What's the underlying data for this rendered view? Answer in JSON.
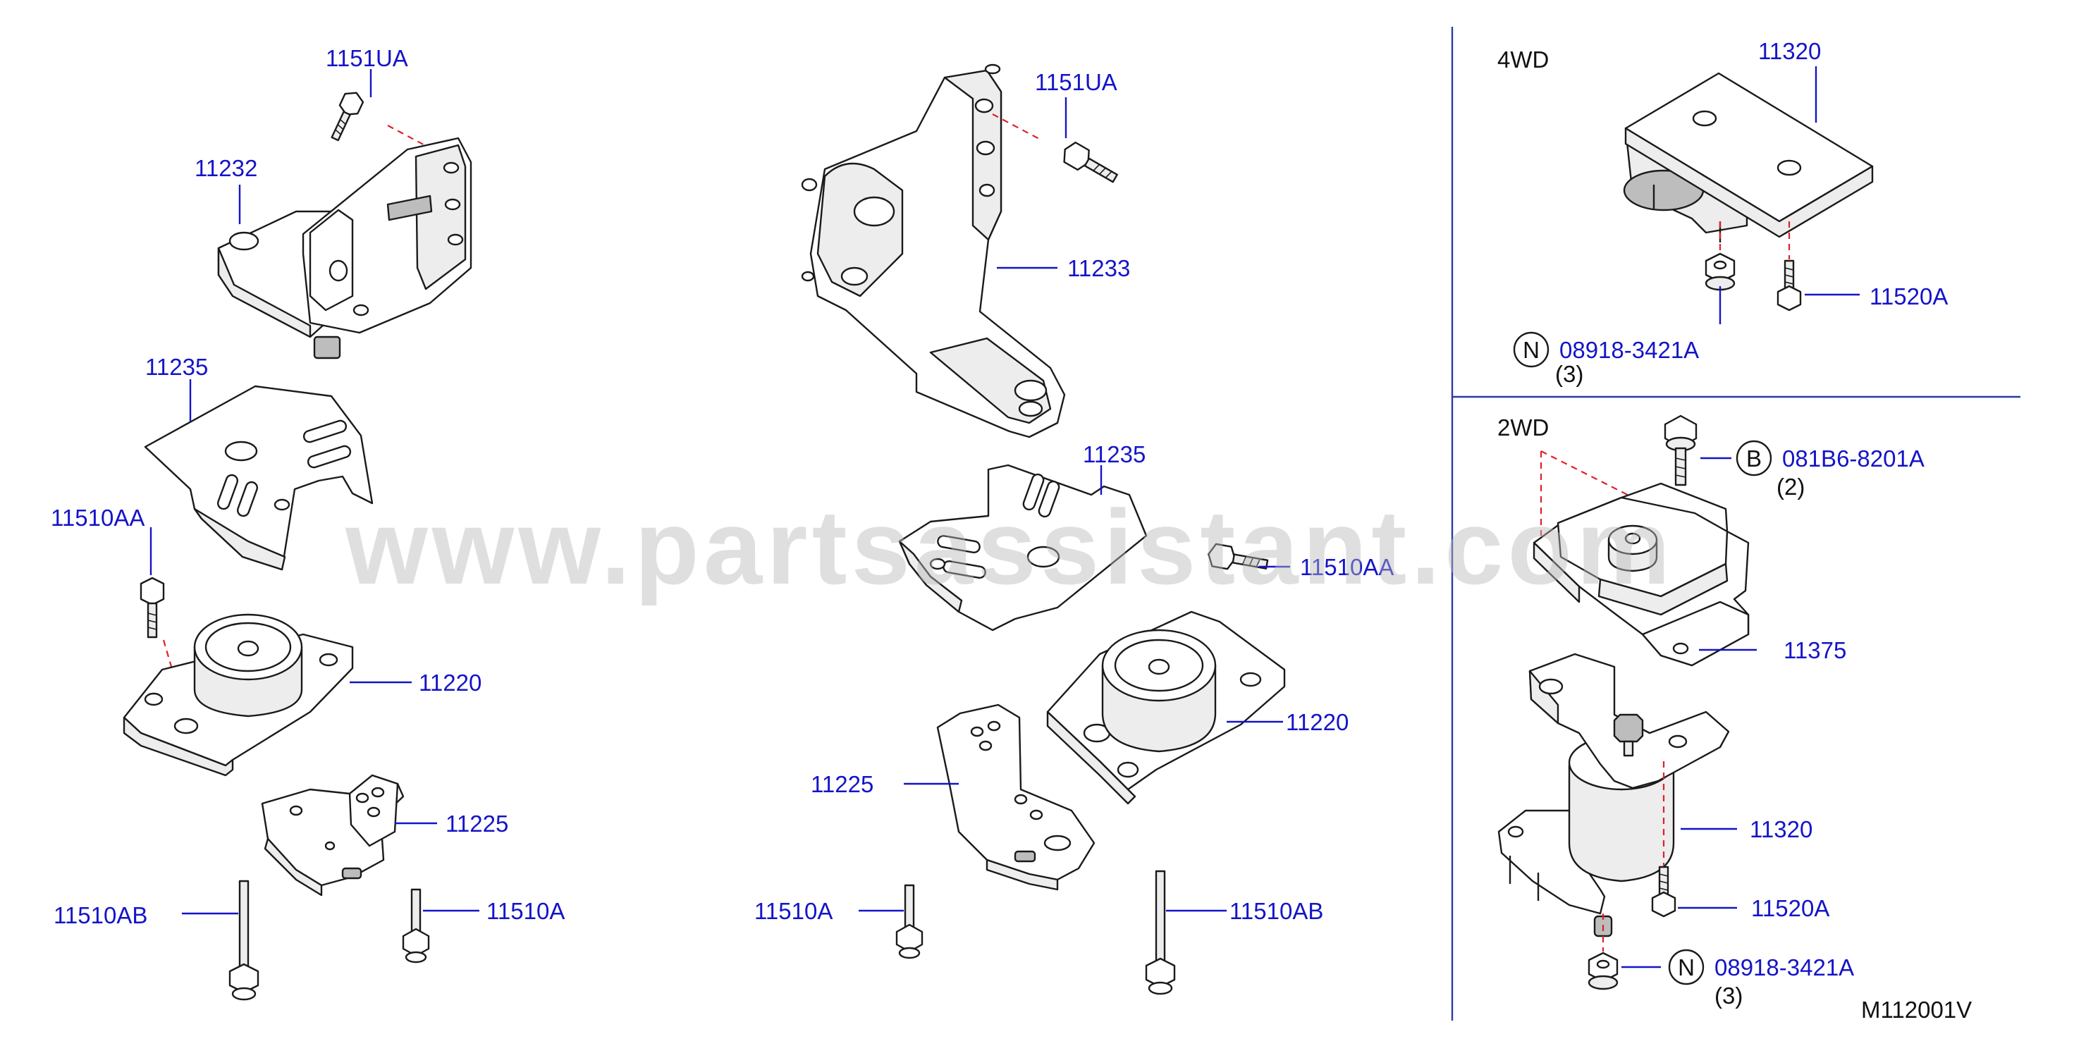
{
  "watermark": "www.partsassistant.com",
  "drawing_code": "M112001V",
  "panels": {
    "fourwd": {
      "title": "4WD"
    },
    "twowd": {
      "title": "2WD"
    }
  },
  "labels": {
    "l_1151ua_a": "1151UA",
    "l_11232": "11232",
    "l_11235_a": "11235",
    "l_11510aa_a": "11510AA",
    "l_11220_a": "11220",
    "l_11225_a": "11225",
    "l_11510ab_a": "11510AB",
    "l_11510a_a": "11510A",
    "l_1151ua_b": "1151UA",
    "l_11233": "11233",
    "l_11235_b": "11235",
    "l_11510aa_b": "11510AA",
    "l_11220_b": "11220",
    "l_11225_b": "11225",
    "l_11510a_b": "11510A",
    "l_11510ab_b": "11510AB",
    "l_11320_a": "11320",
    "l_11520a_a": "11520A",
    "l_08918_a": "08918-3421A",
    "l_081b6": "081B6-8201A",
    "l_11375": "11375",
    "l_11320_b": "11320",
    "l_11520a_b": "11520A",
    "l_08918_b": "08918-3421A"
  },
  "quantities": {
    "q_08918_a": "(3)",
    "q_081b6": "(2)",
    "q_08918_b": "(3)"
  },
  "markers": {
    "m_n_a": "N",
    "m_b": "B",
    "m_n_b": "N"
  }
}
